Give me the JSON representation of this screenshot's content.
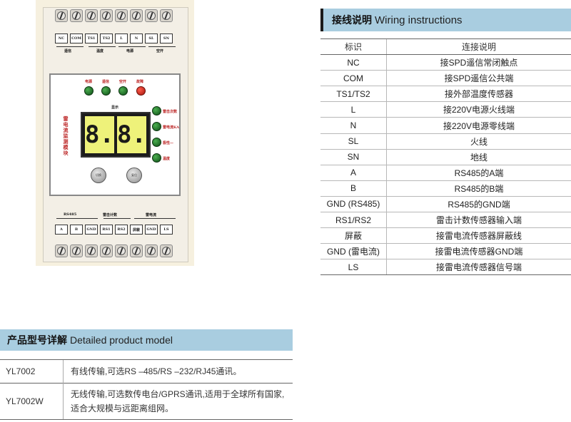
{
  "device": {
    "top_terminals": [
      "NC",
      "COM",
      "TS1",
      "TS2",
      "L",
      "N",
      "SL",
      "SN"
    ],
    "top_groups": [
      "遥信",
      "温度",
      "电源",
      "空开"
    ],
    "leds_top": [
      "电源",
      "遥信",
      "空开",
      "故障"
    ],
    "display_label": "显示",
    "display_digits": [
      "8.",
      "8."
    ],
    "leds_right": [
      "雷击次数",
      "雷电流KA",
      "极性—",
      "温度"
    ],
    "vertical_title": "雷电流监测模块",
    "buttons": [
      "切换",
      "复位"
    ],
    "bottom_groups": [
      "RS485",
      "雷击计数",
      "雷电流"
    ],
    "bottom_terminals": [
      "A",
      "B",
      "GND",
      "RS1",
      "RS2",
      "屏蔽",
      "GND",
      "LS"
    ]
  },
  "wiring": {
    "title_cn": "接线说明",
    "title_en": "Wiring instructions",
    "columns": [
      "标识",
      "连接说明"
    ],
    "rows": [
      [
        "NC",
        "接SPD遥信常闭触点"
      ],
      [
        "COM",
        "接SPD遥信公共端"
      ],
      [
        "TS1/TS2",
        "接外部温度传感器"
      ],
      [
        "L",
        "接220V电源火线端"
      ],
      [
        "N",
        "接220V电源零线端"
      ],
      [
        "SL",
        "火线"
      ],
      [
        "SN",
        "地线"
      ],
      [
        "A",
        "RS485的A端"
      ],
      [
        "B",
        "RS485的B端"
      ],
      [
        "GND (RS485)",
        "RS485的GND端"
      ],
      [
        "RS1/RS2",
        "雷击计数传感器输入端"
      ],
      [
        "屏蔽",
        "接雷电流传感器屏蔽线"
      ],
      [
        "GND (雷电流)",
        "接雷电流传感器GND端"
      ],
      [
        "LS",
        "接雷电流传感器信号端"
      ]
    ]
  },
  "model": {
    "title_cn": "产品型号详解",
    "title_en": "Detailed product model",
    "rows": [
      [
        "YL7002",
        "有线传输,可选RS –485/RS –232/RJ45通讯。"
      ],
      [
        "YL7002W",
        "无线传输,可选数传电台/GPRS通讯,适用于全球所有国家,适合大规模与远距离组网。"
      ]
    ]
  }
}
